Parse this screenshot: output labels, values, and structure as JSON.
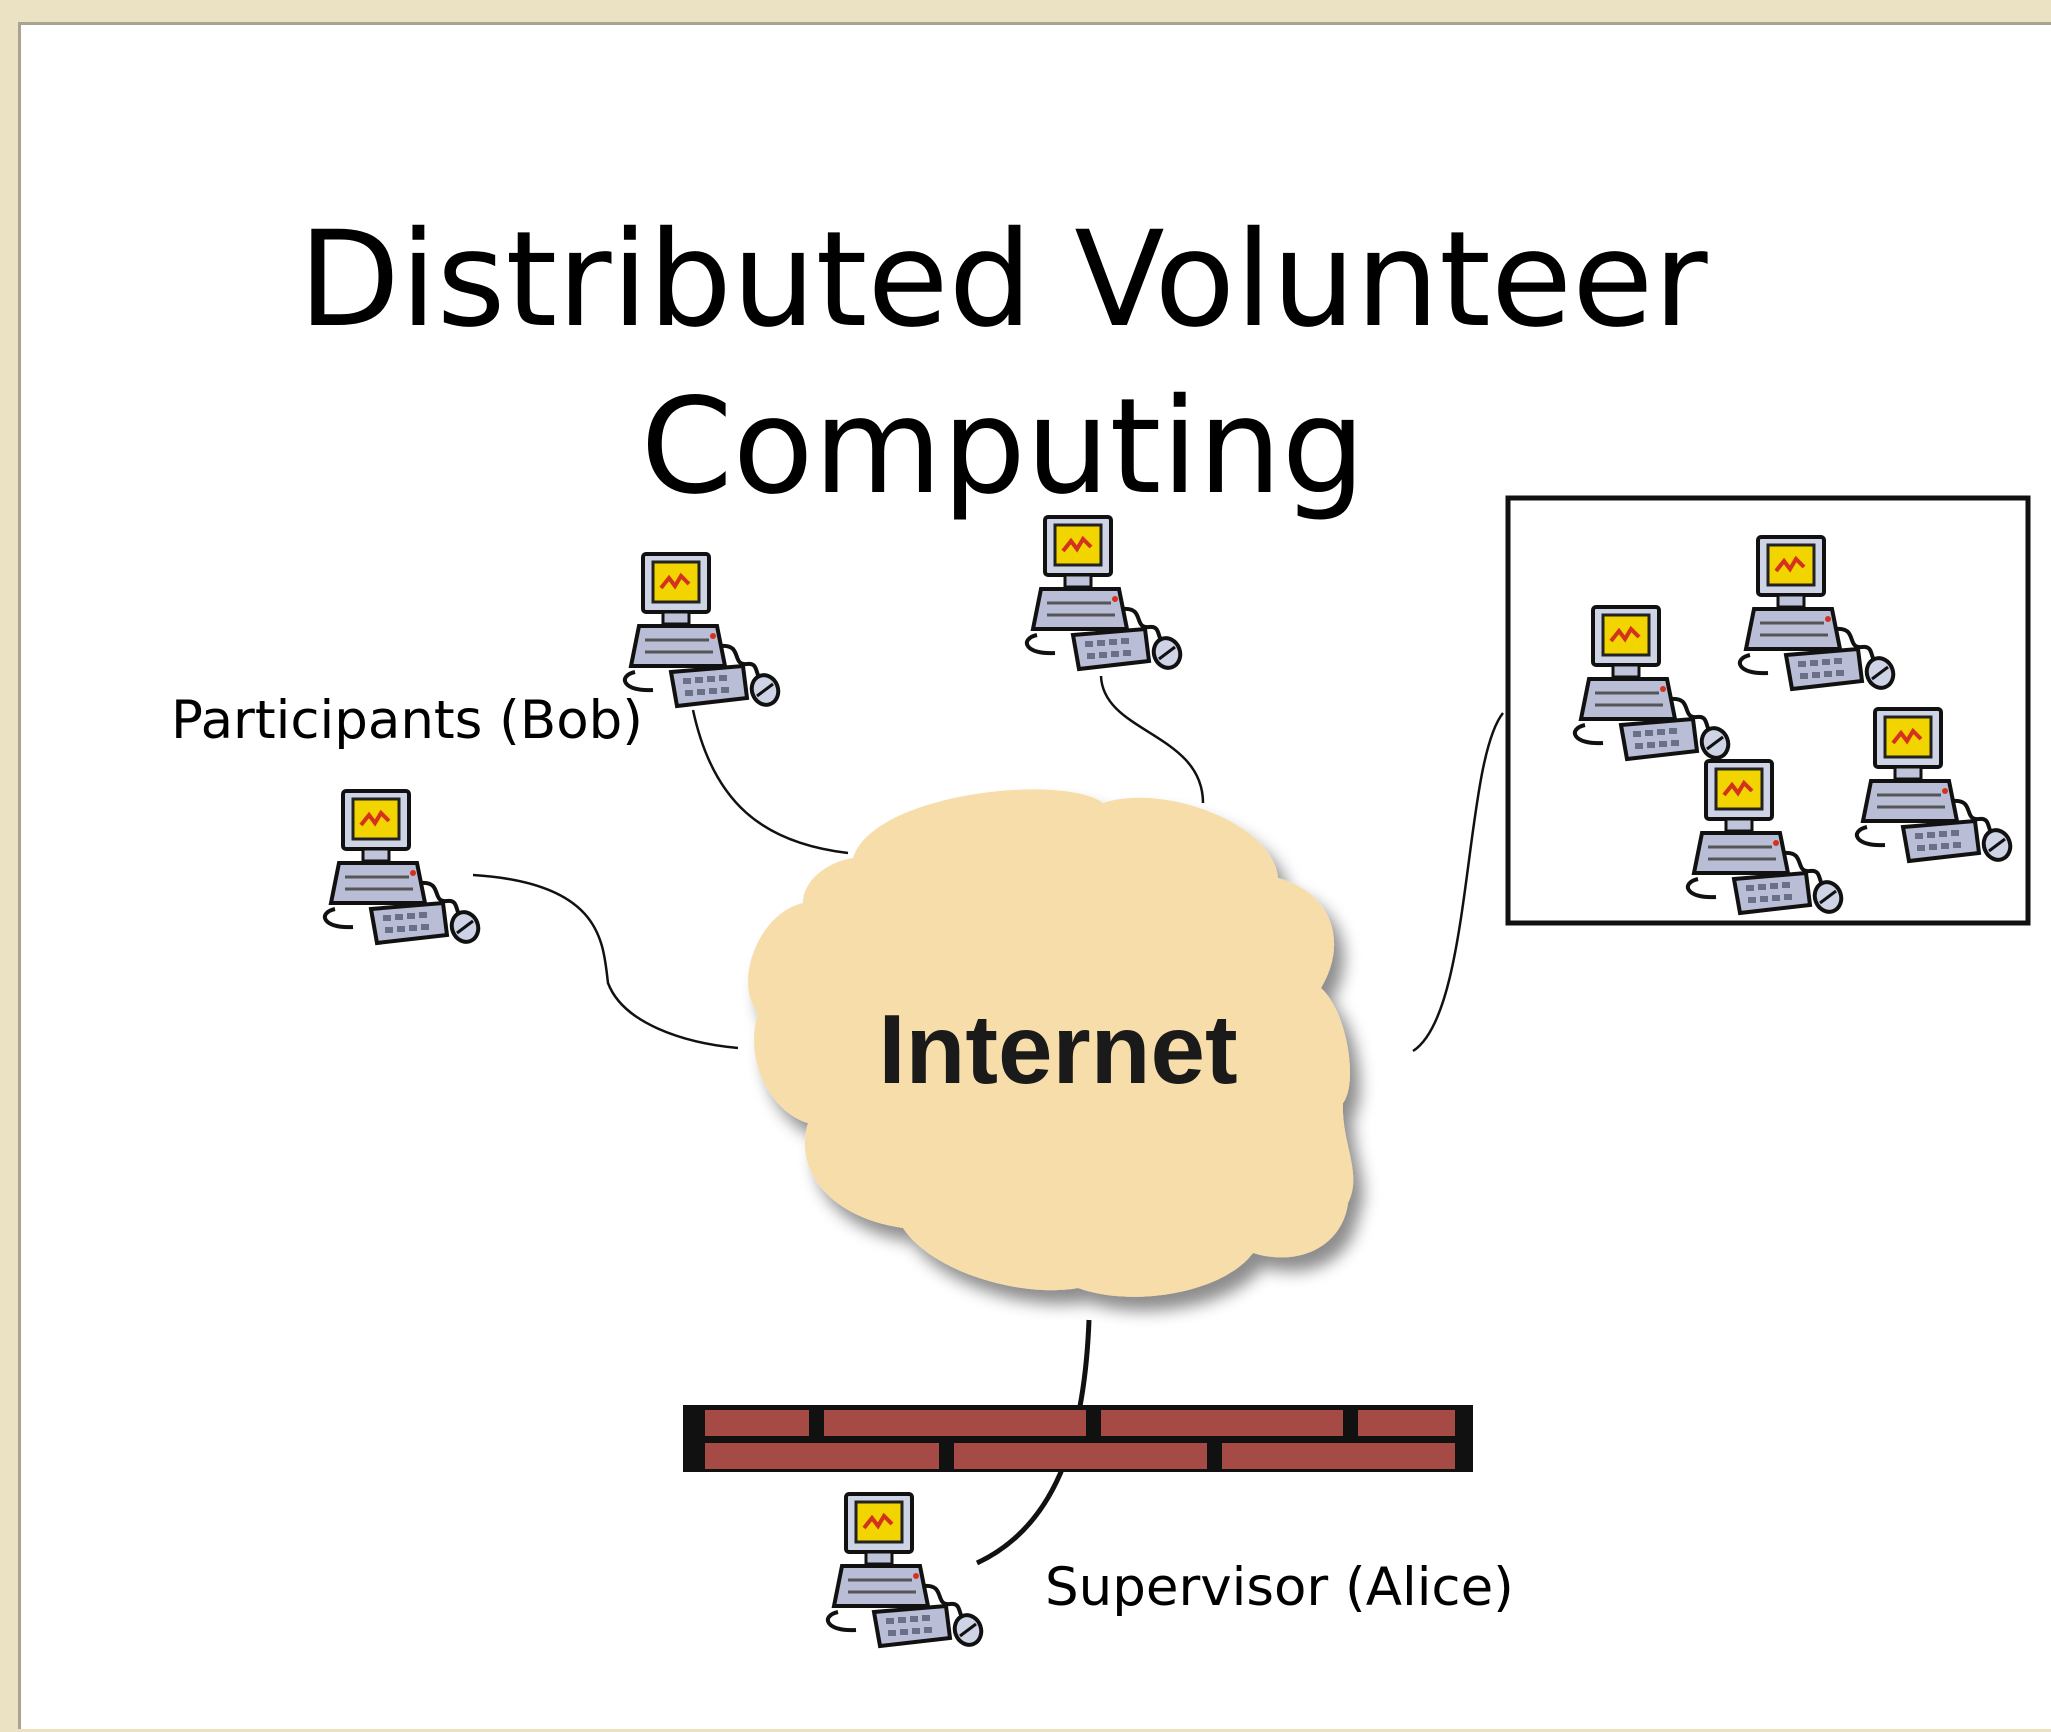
{
  "slide": {
    "title_line1": "Distributed Volunteer",
    "title_line2": "Computing"
  },
  "labels": {
    "participants": "Participants (Bob)",
    "supervisor": "Supervisor (Alice)",
    "cloud": "Internet"
  },
  "icons": {
    "computer": "desktop-computer-icon",
    "cloud": "cloud-icon",
    "firewall": "brick-wall-firewall-icon"
  },
  "colors": {
    "background": "#ebe2c4",
    "cloud_fill": "#f7ddaa",
    "brick": "#a54a45",
    "screen": "#f2d400"
  }
}
